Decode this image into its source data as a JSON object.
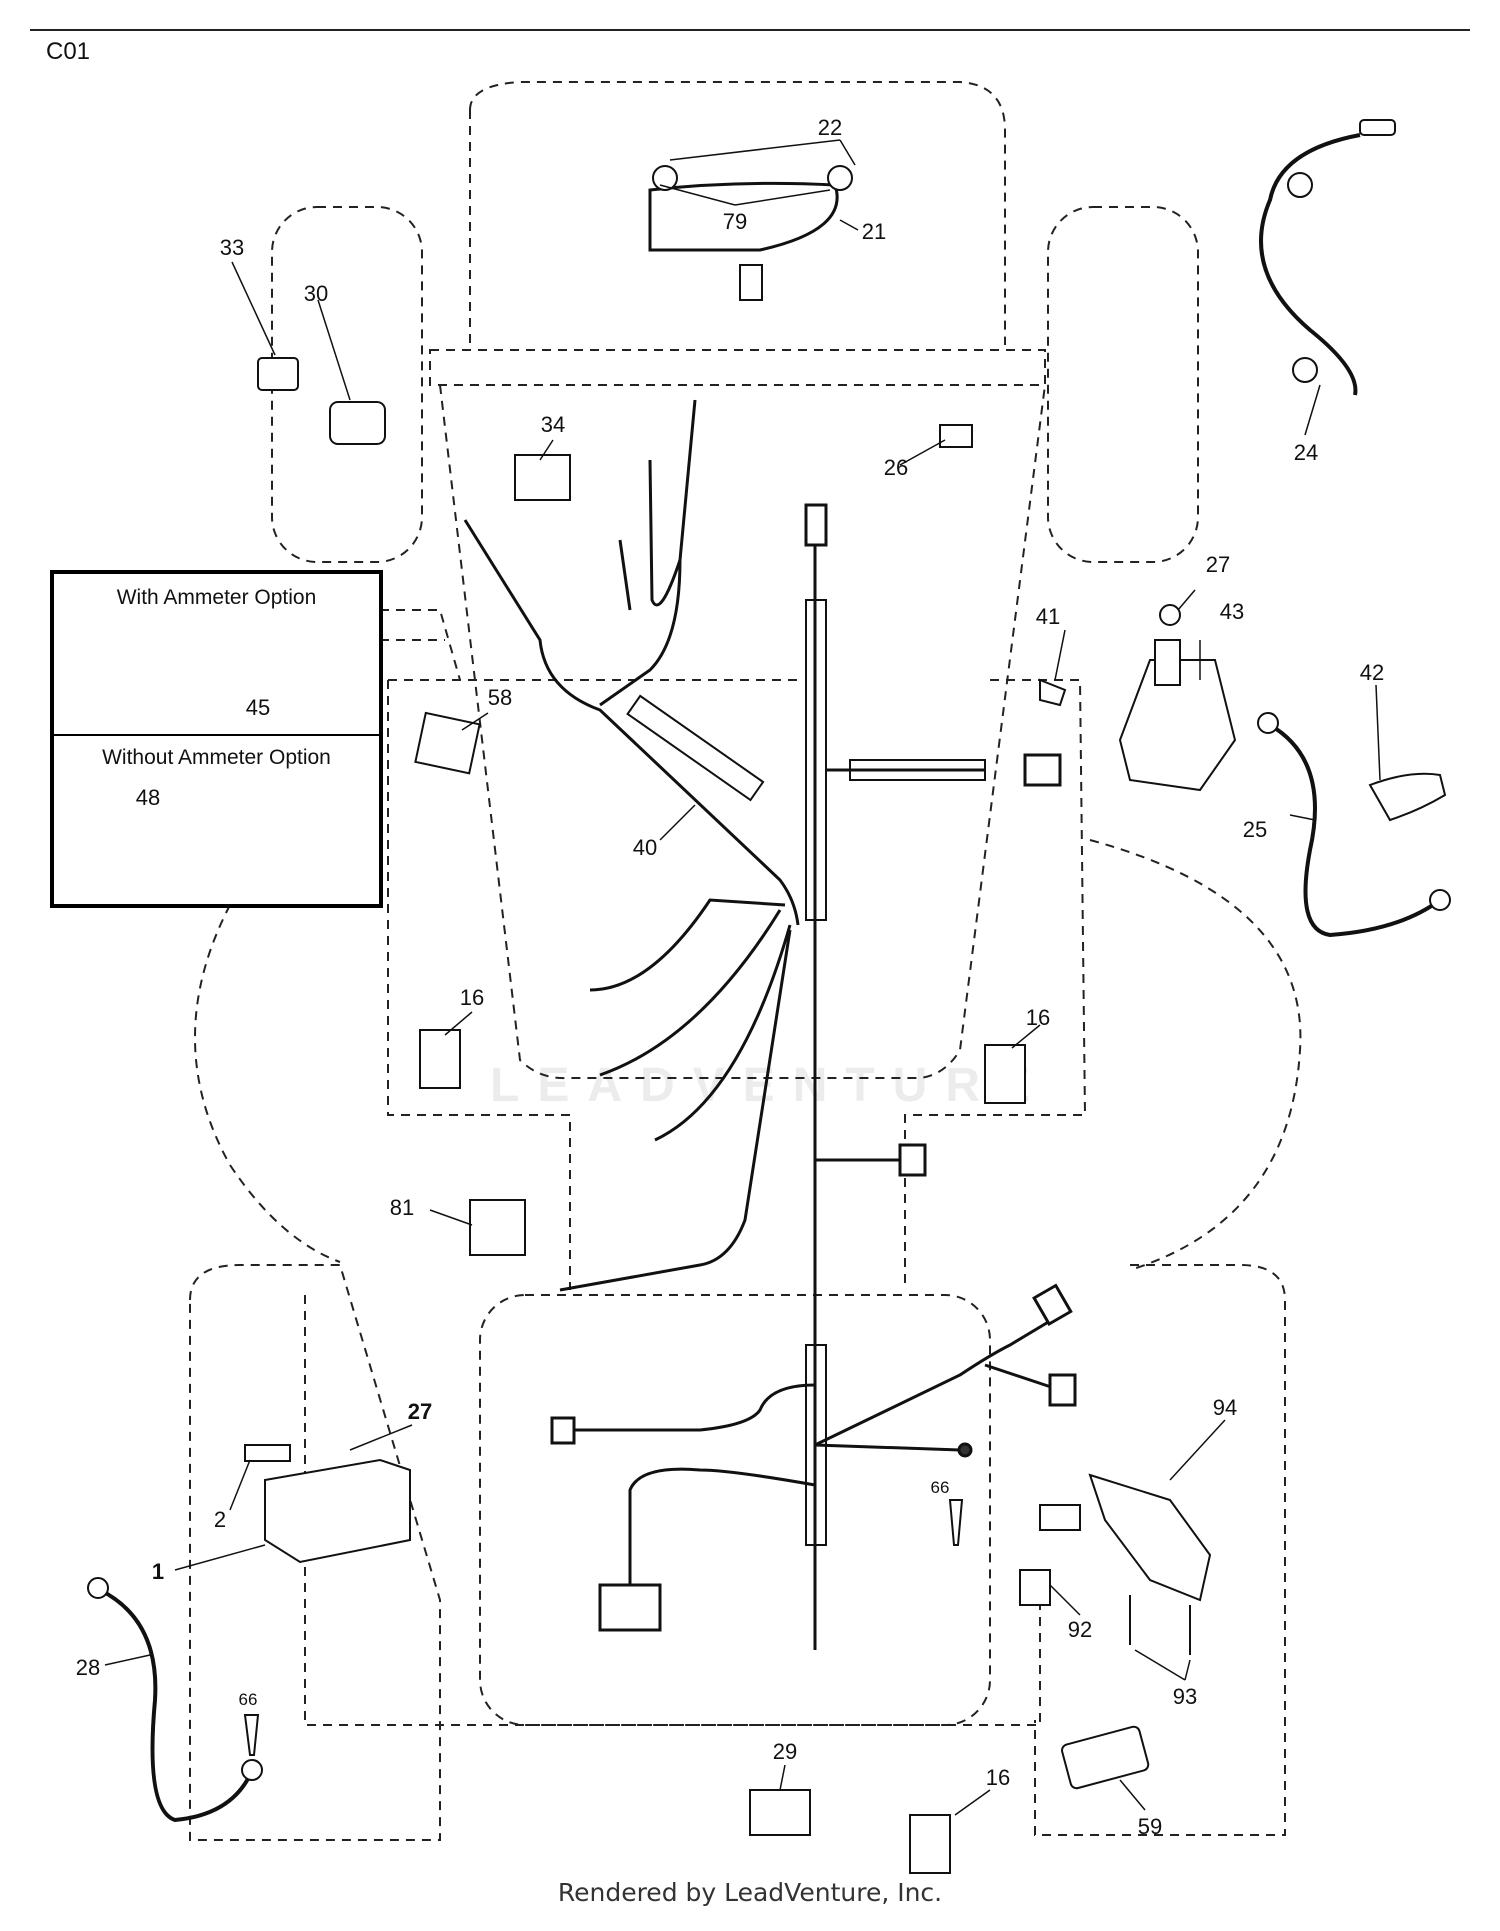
{
  "page": {
    "code": "C01",
    "footer": "Rendered by LeadVenture, Inc.",
    "watermark": "LEADVENTURE"
  },
  "option_box": {
    "with_heading": "With Ammeter Option",
    "without_heading": "Without Ammeter Option"
  },
  "callouts": [
    {
      "id": "22",
      "label": "22"
    },
    {
      "id": "79",
      "label": "79"
    },
    {
      "id": "21",
      "label": "21"
    },
    {
      "id": "33",
      "label": "33"
    },
    {
      "id": "30",
      "label": "30"
    },
    {
      "id": "34",
      "label": "34"
    },
    {
      "id": "26",
      "label": "26"
    },
    {
      "id": "24",
      "label": "24"
    },
    {
      "id": "27a",
      "label": "27"
    },
    {
      "id": "41",
      "label": "41"
    },
    {
      "id": "43",
      "label": "43"
    },
    {
      "id": "42",
      "label": "42"
    },
    {
      "id": "25",
      "label": "25"
    },
    {
      "id": "45",
      "label": "45"
    },
    {
      "id": "48",
      "label": "48"
    },
    {
      "id": "58",
      "label": "58"
    },
    {
      "id": "40",
      "label": "40"
    },
    {
      "id": "16a",
      "label": "16"
    },
    {
      "id": "16b",
      "label": "16"
    },
    {
      "id": "81",
      "label": "81"
    },
    {
      "id": "27b",
      "label": "27"
    },
    {
      "id": "2",
      "label": "2"
    },
    {
      "id": "1",
      "label": "1"
    },
    {
      "id": "66a",
      "label": "66"
    },
    {
      "id": "94",
      "label": "94"
    },
    {
      "id": "92",
      "label": "92"
    },
    {
      "id": "93",
      "label": "93"
    },
    {
      "id": "28",
      "label": "28"
    },
    {
      "id": "66b",
      "label": "66"
    },
    {
      "id": "29",
      "label": "29"
    },
    {
      "id": "16c",
      "label": "16"
    },
    {
      "id": "59",
      "label": "59"
    }
  ]
}
